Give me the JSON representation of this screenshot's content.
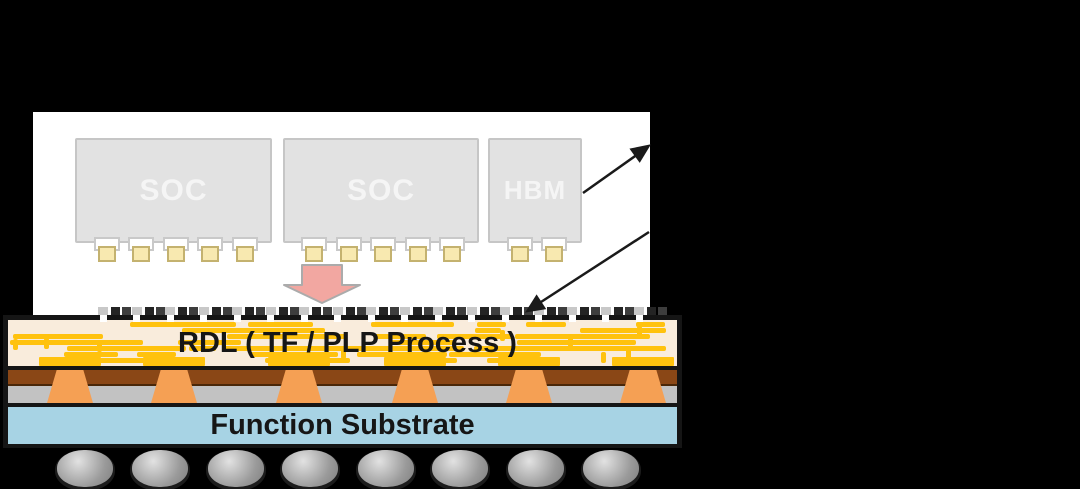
{
  "chips": [
    {
      "label": "SOC",
      "bump_count": 5
    },
    {
      "label": "SOC",
      "bump_count": 5
    },
    {
      "label": "HBM",
      "bump_count": 2
    }
  ],
  "chip_style": {
    "fill": "#e2e2e2",
    "border": "#c6c6c6",
    "label_color": "#f5f5f5",
    "bump_fill": "#f8e9b0",
    "bump_border": "#c4b26f"
  },
  "rdl": {
    "label": "RDL ( TF / PLP Process )",
    "background": "#f9ecdc",
    "trace_color": "#ffc20e"
  },
  "brown_layer": {
    "color": "#8a4716"
  },
  "gray_layer": {
    "color": "#c2c2c2"
  },
  "substrate": {
    "label": "Function Substrate",
    "color": "#a7d3e4"
  },
  "vias": {
    "count": 6,
    "color": "#f5a054"
  },
  "solder_balls": {
    "count": 8,
    "color": "#9d9d9d"
  },
  "process_arrow": {
    "color": "#f2a7a1"
  },
  "callout_arrows": {
    "count": 2,
    "color": "#1a1a1a"
  }
}
